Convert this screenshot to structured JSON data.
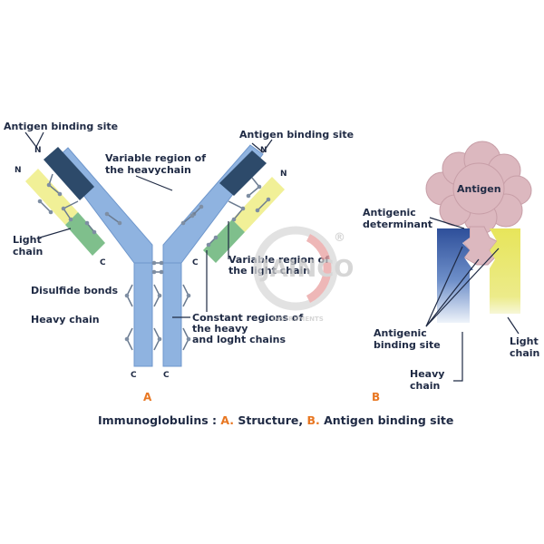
{
  "colors": {
    "heavy": "#8fb3e0",
    "heavy_dark": "#6f97cc",
    "variable_heavy": "#2d4a6a",
    "variable_light": "#f1f097",
    "constant_light": "#7fbf8c",
    "antigen": "#dcb8bf",
    "block_blue_top": "#2e4f9a",
    "block_blue_bottom": "#e6eef8",
    "block_yellow": "#e7e55a",
    "accent": "#e87722",
    "text": "#1f2a44"
  },
  "diagram_a": {
    "labels": {
      "antigen_site_left": "Antigen binding site",
      "antigen_site_right": "Antigen binding site",
      "var_heavy_1": "Variable region of",
      "var_heavy_2": "the heavychain",
      "light_1": "Light",
      "light_2": "chain",
      "disulfide": "Disulfide bonds",
      "heavy": "Heavy chain",
      "var_light_1": "Variable region of",
      "var_light_2": "the light chain",
      "const_1": "Constant regions of",
      "const_2": "the heavy",
      "const_3": "and loght chains",
      "n_left_top": "N",
      "n_left_bottom": "N",
      "c_left": "C",
      "n_right_top": "N",
      "n_right_bottom": "N",
      "c_right": "C",
      "c_bottom_1": "C",
      "c_bottom_2": "C"
    },
    "letter": "A"
  },
  "diagram_b": {
    "labels": {
      "antigen": "Antigen",
      "determinant_1": "Antigenic",
      "determinant_2": "determinant",
      "binding_1": "Antigenic",
      "binding_2": "binding site",
      "light_1": "Light",
      "light_2": "chain",
      "heavy_1": "Heavy",
      "heavy_2": "chain"
    },
    "letter": "B"
  },
  "watermark": {
    "brand": "JAINCO",
    "registered": "®",
    "tagline": "INSTRUMENTS"
  },
  "caption": {
    "prefix": "Immunoglobulins : ",
    "a_letter": "A.",
    "a_text": " Structure,  ",
    "b_letter": "B.",
    "b_text": " Antigen binding site"
  }
}
